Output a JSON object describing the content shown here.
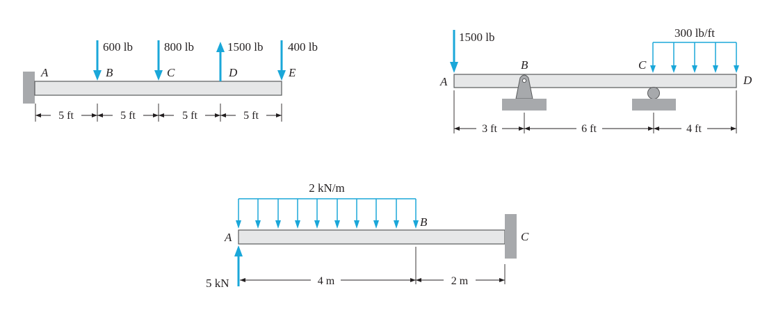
{
  "colors": {
    "force": "#1aa7d9",
    "beam": "#e6e7e8",
    "support": "#a7a9ac",
    "ink": "#231f20"
  },
  "diagram1": {
    "points": {
      "A": "A",
      "B": "B",
      "C": "C",
      "D": "D",
      "E": "E"
    },
    "loads": [
      {
        "label": "600 lb",
        "direction": "down"
      },
      {
        "label": "800 lb",
        "direction": "down"
      },
      {
        "label": "1500 lb",
        "direction": "up"
      },
      {
        "label": "400 lb",
        "direction": "down"
      }
    ],
    "spans": [
      "5 ft",
      "5 ft",
      "5 ft",
      "5 ft"
    ]
  },
  "diagram2": {
    "points": {
      "A": "A",
      "B": "B",
      "C": "C",
      "D": "D"
    },
    "point_load": "1500 lb",
    "distributed_load": "300 lb/ft",
    "spans": [
      "3 ft",
      "6 ft",
      "4 ft"
    ]
  },
  "diagram3": {
    "points": {
      "A": "A",
      "B": "B",
      "C": "C"
    },
    "distributed_load": "2 kN/m",
    "point_load": "5 kN",
    "spans": [
      "4 m",
      "2 m"
    ]
  }
}
